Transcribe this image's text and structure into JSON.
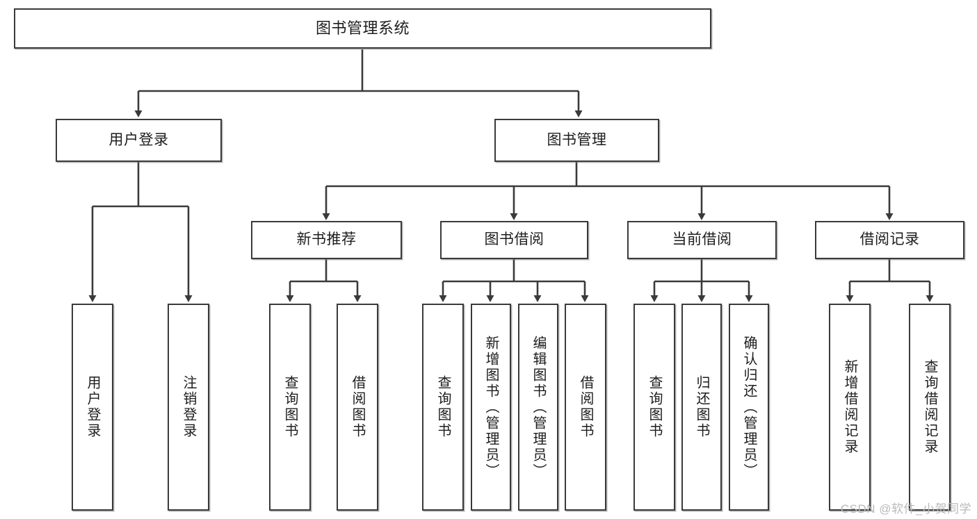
{
  "diagram": {
    "title": "图书管理系统",
    "type": "tree-hierarchy",
    "watermark": "CSDN @软件_小贺同学",
    "colors": {
      "stroke": "#3a3a3a",
      "background": "#ffffff",
      "text": "#1d1d1d",
      "watermark": "#b9b9b9"
    },
    "nodes": {
      "root": {
        "label": "图书管理系统"
      },
      "level2": [
        {
          "id": "user-login",
          "label": "用户登录"
        },
        {
          "id": "book-manage",
          "label": "图书管理"
        }
      ],
      "level3": [
        {
          "id": "new-book-rec",
          "label": "新书推荐"
        },
        {
          "id": "book-borrow",
          "label": "图书借阅"
        },
        {
          "id": "current-borrow",
          "label": "当前借阅"
        },
        {
          "id": "borrow-record",
          "label": "借阅记录"
        }
      ],
      "leaves": [
        {
          "id": "leaf-user-login",
          "label": "用户登录",
          "parent": "user-login"
        },
        {
          "id": "leaf-user-logout",
          "label": "注销登录",
          "parent": "user-login"
        },
        {
          "id": "leaf-query-book-1",
          "label": "查询图书",
          "parent": "new-book-rec"
        },
        {
          "id": "leaf-borrow-book-1",
          "label": "借阅图书",
          "parent": "new-book-rec"
        },
        {
          "id": "leaf-query-book-2",
          "label": "查询图书",
          "parent": "book-borrow"
        },
        {
          "id": "leaf-add-book",
          "label": "新增图书（管理员）",
          "parent": "book-borrow"
        },
        {
          "id": "leaf-edit-book",
          "label": "编辑图书（管理员）",
          "parent": "book-borrow"
        },
        {
          "id": "leaf-borrow-book-2",
          "label": "借阅图书",
          "parent": "book-borrow"
        },
        {
          "id": "leaf-query-book-3",
          "label": "查询图书",
          "parent": "current-borrow"
        },
        {
          "id": "leaf-return-book",
          "label": "归还图书",
          "parent": "current-borrow"
        },
        {
          "id": "leaf-confirm-return",
          "label": "确认归还（管理员）",
          "parent": "current-borrow"
        },
        {
          "id": "leaf-add-record",
          "label": "新增借阅记录",
          "parent": "borrow-record"
        },
        {
          "id": "leaf-query-record",
          "label": "查询借阅记录",
          "parent": "borrow-record"
        }
      ]
    }
  }
}
